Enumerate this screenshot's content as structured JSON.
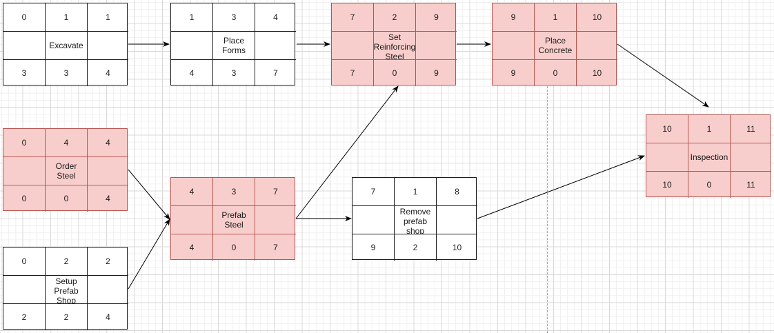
{
  "diagram": {
    "title": "Activity-on-node network",
    "colors": {
      "critical_fill": "#f8cecc",
      "critical_border": "#b85450",
      "normal_fill": "#ffffff",
      "normal_border": "#1a1a1a"
    },
    "nodes": [
      {
        "id": "excavate",
        "name_lines": [
          "Excavate"
        ],
        "critical": false,
        "es": "0",
        "dur": "1",
        "ef": "1",
        "ls": "3",
        "float": "3",
        "lf": "4"
      },
      {
        "id": "place-forms",
        "name_lines": [
          "Place",
          "Forms"
        ],
        "critical": false,
        "es": "1",
        "dur": "3",
        "ef": "4",
        "ls": "4",
        "float": "3",
        "lf": "7"
      },
      {
        "id": "set-reinforcing-steel",
        "name_lines": [
          "Set",
          "Reinforcing",
          "Steel"
        ],
        "critical": true,
        "es": "7",
        "dur": "2",
        "ef": "9",
        "ls": "7",
        "float": "0",
        "lf": "9"
      },
      {
        "id": "place-concrete",
        "name_lines": [
          "Place",
          "Concrete"
        ],
        "critical": true,
        "es": "9",
        "dur": "1",
        "ef": "10",
        "ls": "9",
        "float": "0",
        "lf": "10"
      },
      {
        "id": "inspection",
        "name_lines": [
          "Inspection"
        ],
        "critical": true,
        "es": "10",
        "dur": "1",
        "ef": "11",
        "ls": "10",
        "float": "0",
        "lf": "11"
      },
      {
        "id": "order-steel",
        "name_lines": [
          "Order",
          "Steel"
        ],
        "critical": true,
        "es": "0",
        "dur": "4",
        "ef": "4",
        "ls": "0",
        "float": "0",
        "lf": "4"
      },
      {
        "id": "prefab-steel",
        "name_lines": [
          "Prefab",
          "Steel"
        ],
        "critical": true,
        "es": "4",
        "dur": "3",
        "ef": "7",
        "ls": "4",
        "float": "0",
        "lf": "7"
      },
      {
        "id": "remove-prefab-shop",
        "name_lines": [
          "Remove",
          "prefab",
          "shop"
        ],
        "critical": false,
        "es": "7",
        "dur": "1",
        "ef": "8",
        "ls": "9",
        "float": "2",
        "lf": "10"
      },
      {
        "id": "setup-prefab-shop",
        "name_lines": [
          "Setup",
          "Prefab",
          "Shop"
        ],
        "critical": false,
        "es": "0",
        "dur": "2",
        "ef": "2",
        "ls": "2",
        "float": "2",
        "lf": "4"
      }
    ],
    "edges": [
      {
        "from": "excavate",
        "to": "place-forms"
      },
      {
        "from": "place-forms",
        "to": "set-reinforcing-steel"
      },
      {
        "from": "set-reinforcing-steel",
        "to": "place-concrete"
      },
      {
        "from": "place-concrete",
        "to": "inspection"
      },
      {
        "from": "order-steel",
        "to": "prefab-steel"
      },
      {
        "from": "setup-prefab-shop",
        "to": "prefab-steel"
      },
      {
        "from": "prefab-steel",
        "to": "set-reinforcing-steel"
      },
      {
        "from": "prefab-steel",
        "to": "remove-prefab-shop"
      },
      {
        "from": "remove-prefab-shop",
        "to": "inspection"
      }
    ]
  }
}
